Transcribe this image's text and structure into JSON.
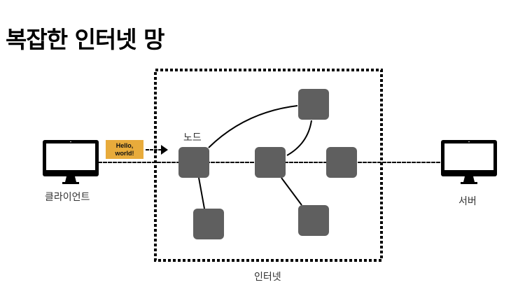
{
  "title": "복잡한 인터넷 망",
  "client": {
    "label": "클라이언트",
    "icon": "monitor-icon"
  },
  "server": {
    "label": "서버",
    "icon": "monitor-icon"
  },
  "internet": {
    "label": "인터넷"
  },
  "node_label": "노드",
  "message": {
    "line1": "Hello,",
    "line2": "world!",
    "color": "#e8ab3b"
  },
  "colors": {
    "node": "#5f5f5f",
    "line": "#000000"
  },
  "nodes": [
    {
      "id": "node-1"
    },
    {
      "id": "node-2"
    },
    {
      "id": "node-3"
    },
    {
      "id": "node-4"
    },
    {
      "id": "node-5"
    },
    {
      "id": "node-6"
    }
  ]
}
